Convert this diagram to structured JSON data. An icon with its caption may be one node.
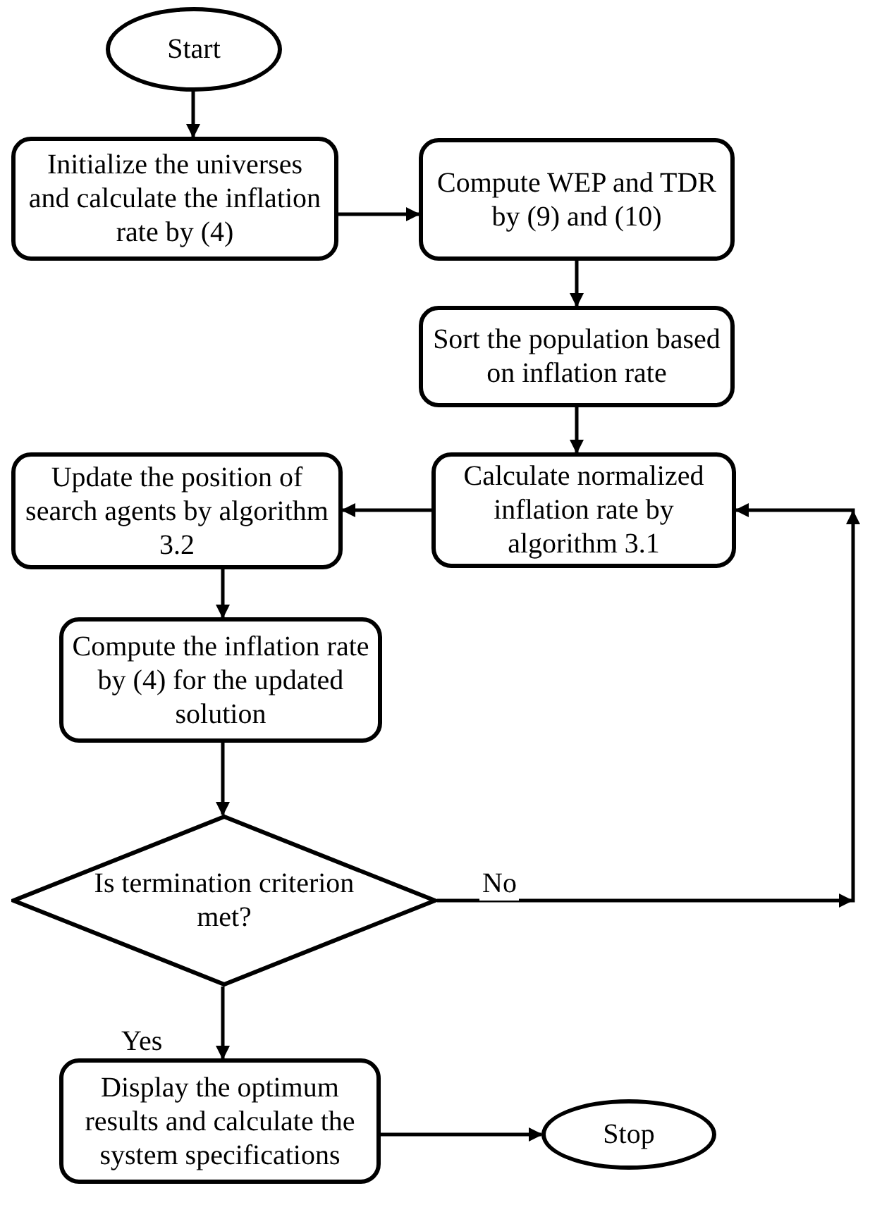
{
  "diagram": {
    "nodes": [
      {
        "text": [
          "Start"
        ]
      },
      {
        "text": [
          "Initialize the universes and calculate the inflation rate by (4)"
        ]
      },
      {
        "text": [
          "Compute WEP and TDR by (9) and (10)"
        ]
      },
      {
        "text": [
          "Sort the population based on inflation rate"
        ]
      },
      {
        "text": [
          "Calculate normalized inflation rate by algorithm 3.1"
        ]
      },
      {
        "text": [
          "Update the position of search agents by algorithm 3.2"
        ]
      },
      {
        "text": [
          "Compute the inflation rate by (4) for the updated solution"
        ]
      },
      {
        "text": [
          "Is termination criterion met?"
        ]
      },
      {
        "text": [
          "Display the optimum results and calculate the system specifications"
        ]
      },
      {
        "text": [
          "Stop"
        ]
      }
    ],
    "edges": [
      {
        "from": 0,
        "to": 1,
        "arrow": "to"
      },
      {
        "from": 1,
        "to": 2,
        "arrow": "to"
      },
      {
        "from": 2,
        "to": 3,
        "arrow": "to"
      },
      {
        "from": 3,
        "to": 4,
        "arrow": "to"
      },
      {
        "from": 4,
        "to": 5,
        "arrow": "to"
      },
      {
        "from": 5,
        "to": 6,
        "arrow": "to"
      },
      {
        "from": 6,
        "to": 7,
        "arrow": "to"
      },
      {
        "from": 7,
        "to": 4,
        "arrow": "to",
        "label": "No"
      },
      {
        "from": 7,
        "to": 8,
        "arrow": "to",
        "label": "Yes"
      },
      {
        "from": 8,
        "to": 9,
        "arrow": "to"
      }
    ]
  }
}
